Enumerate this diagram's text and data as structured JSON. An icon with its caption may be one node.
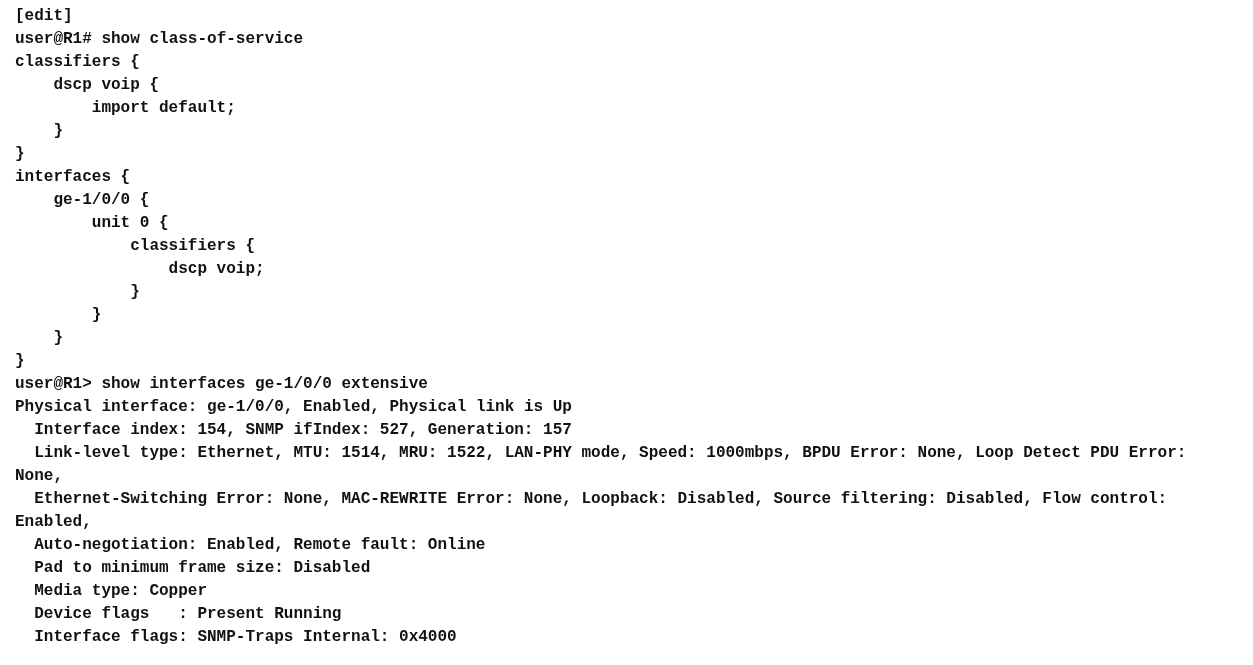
{
  "diagram": {
    "labels": [
      "[edit]",
      "user@R1# show class-of-service",
      "classifiers {",
      "dscp voip {",
      "import default;",
      "}",
      "}",
      "interfaces {",
      "ge-1/0/0 {",
      "unit 0 {",
      "classifiers {",
      "dscp voip;",
      "}",
      "}",
      "}",
      "}",
      "user@R1> show interfaces ge-1/0/0 extensive",
      "Physical interface: ge-1/0/0, Enabled, Physical link is Up",
      "Interface index: 154, SNMP ifIndex: 527, Generation: 157",
      "Link-level type: Ethernet, MTU: 1514, MRU: 1522, LAN-PHY mode, Speed: 1000mbps, BPDU Error: None, Loop Detect PDU Error: None,",
      "Ethernet-Switching Error: None, MAC-REWRITE Error: None, Loopback: Disabled, Source filtering: Disabled, Flow control: Enabled,",
      "Auto-negotiation: Enabled, Remote fault: Online",
      "Pad to minimum frame size: Disabled",
      "Media type: Copper",
      "Device flags   : Present Running",
      "Interface flags: SNMP-Traps Internal: 0x4000"
    ]
  }
}
